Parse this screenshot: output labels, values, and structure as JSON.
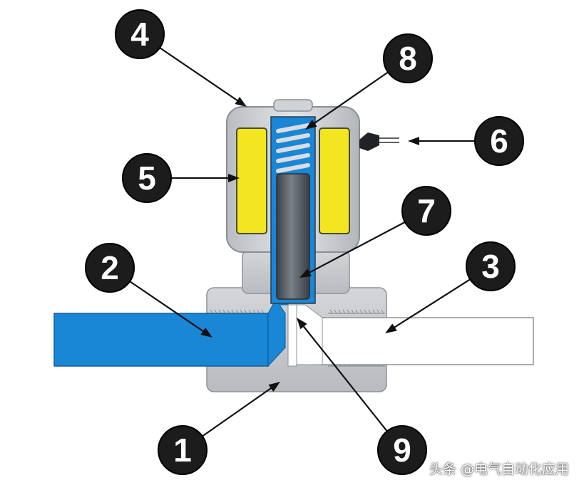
{
  "diagram": {
    "callouts": [
      {
        "id": "1",
        "label": "1",
        "part": "valve-body"
      },
      {
        "id": "2",
        "label": "2",
        "part": "inlet-pipe"
      },
      {
        "id": "3",
        "label": "3",
        "part": "outlet-pipe"
      },
      {
        "id": "4",
        "label": "4",
        "part": "solenoid-housing"
      },
      {
        "id": "5",
        "label": "5",
        "part": "coil"
      },
      {
        "id": "6",
        "label": "6",
        "part": "electrical-lead"
      },
      {
        "id": "7",
        "label": "7",
        "part": "plunger"
      },
      {
        "id": "8",
        "label": "8",
        "part": "spring"
      },
      {
        "id": "9",
        "label": "9",
        "part": "valve-orifice"
      }
    ],
    "colors": {
      "fluid": "#1a86d6",
      "coil": "#f2e620",
      "housing": "#c9ccd0",
      "plunger": "#5a5f66",
      "callout_fill": "#1c1c1c",
      "callout_text": "#ffffff"
    }
  },
  "watermark": {
    "text": "头条 @电气自动化应用"
  }
}
